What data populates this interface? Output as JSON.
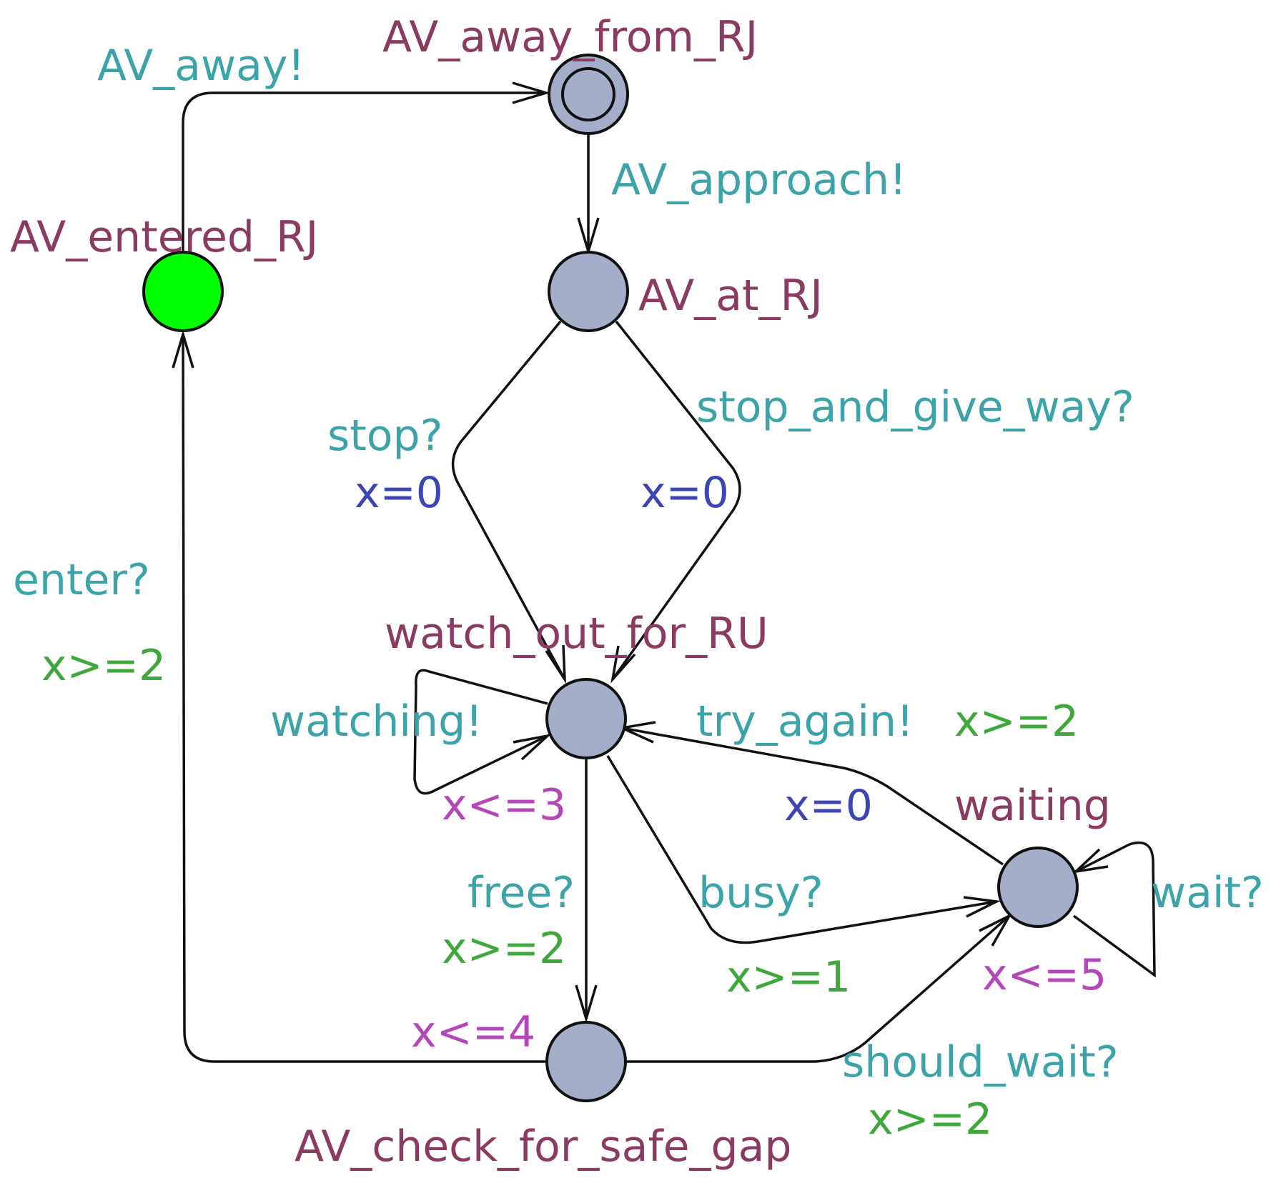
{
  "colors": {
    "location_fill": "#a5aec9",
    "initial_location_fill": "#00ff00",
    "location_name": "#8b3a62",
    "sync": "#3ca4a8",
    "guard": "#3fa83c",
    "assignment": "#3d45b5",
    "invariant": "#b546b8",
    "edge": "#111111"
  },
  "locations": {
    "away_from_rj": {
      "name": "AV_away_from_RJ",
      "committed": true
    },
    "at_rj": {
      "name": "AV_at_RJ"
    },
    "entered_rj": {
      "name": "AV_entered_RJ",
      "initial": true
    },
    "watch_out": {
      "name": "watch_out_for_RU",
      "invariant": "x<=3"
    },
    "check_gap": {
      "name": "AV_check_for_safe_gap",
      "invariant": "x<=4"
    },
    "waiting": {
      "name": "waiting",
      "invariant": "x<=5"
    }
  },
  "edges": {
    "away": {
      "sync": "AV_away!"
    },
    "approach": {
      "sync": "AV_approach!"
    },
    "stop": {
      "sync": "stop?",
      "assign": "x=0"
    },
    "give_way": {
      "sync": "stop_and_give_way?",
      "assign": "x=0"
    },
    "enter": {
      "sync": "enter?",
      "guard": "x>=2"
    },
    "watching": {
      "sync": "watching!"
    },
    "try_again": {
      "sync": "try_again!",
      "guard": "x>=2",
      "assign": "x=0"
    },
    "free": {
      "sync": "free?",
      "guard": "x>=2"
    },
    "busy": {
      "sync": "busy?",
      "guard": "x>=1"
    },
    "should_wait": {
      "sync": "should_wait?",
      "guard": "x>=2"
    },
    "wait": {
      "sync": "wait?"
    }
  }
}
